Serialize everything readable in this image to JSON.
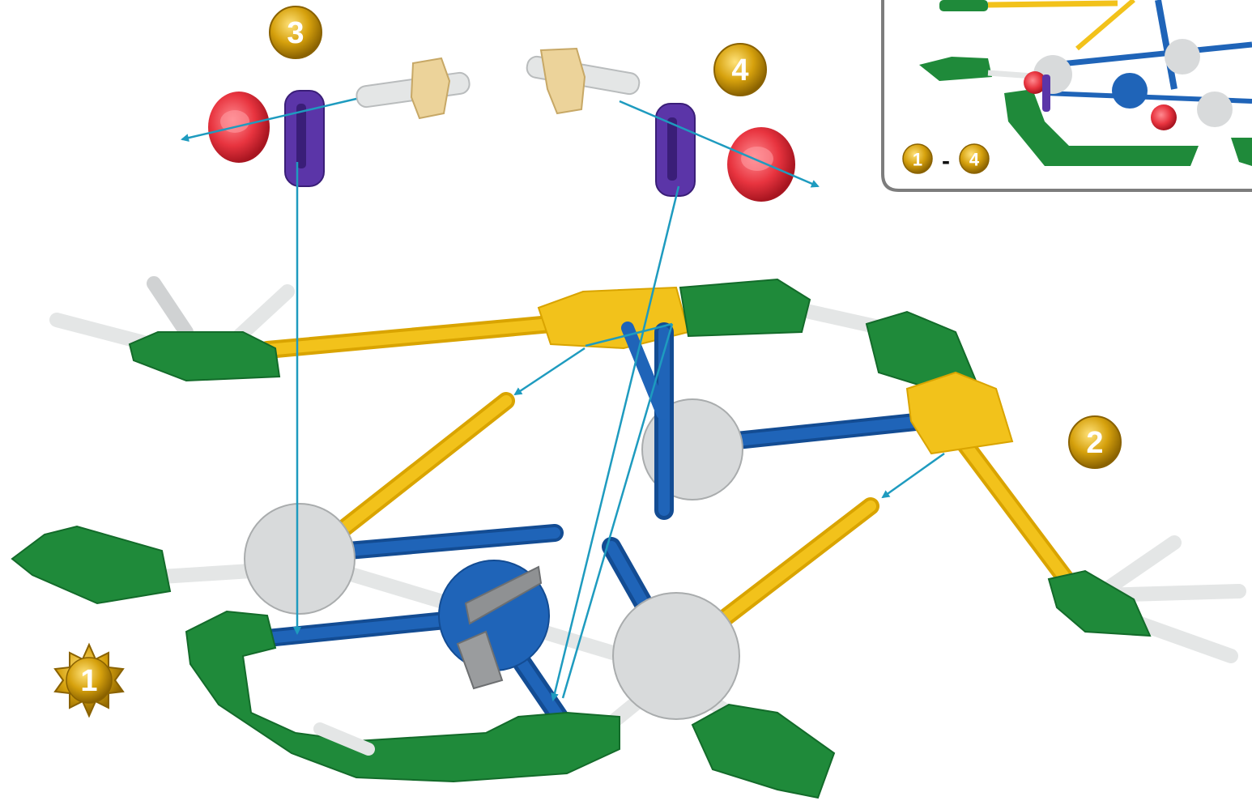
{
  "steps": {
    "step1": "1",
    "step2": "2",
    "step3": "3",
    "step4": "4"
  },
  "inset": {
    "range_start": "1",
    "range_separator": "-",
    "range_end": "4"
  },
  "colors": {
    "green": "#1f8a3a",
    "green_dark": "#136b2a",
    "yellow": "#f2c21b",
    "yellow_dark": "#d9a400",
    "blue": "#1f64b8",
    "blue_dark": "#134c93",
    "white_part": "#e4e6e6",
    "grey_part": "#9a9c9e",
    "purple": "#5b35a8",
    "red": "#e8343f",
    "tan": "#ecd39a",
    "arrow": "#1e9bbf",
    "badge_gold": "#d6a10d",
    "inset_border": "#7d7d7d"
  },
  "icons": {
    "badge": "gold-number-circle",
    "sunburst": "gold-sunburst-badge",
    "arrow": "cyan-assembly-arrow"
  }
}
